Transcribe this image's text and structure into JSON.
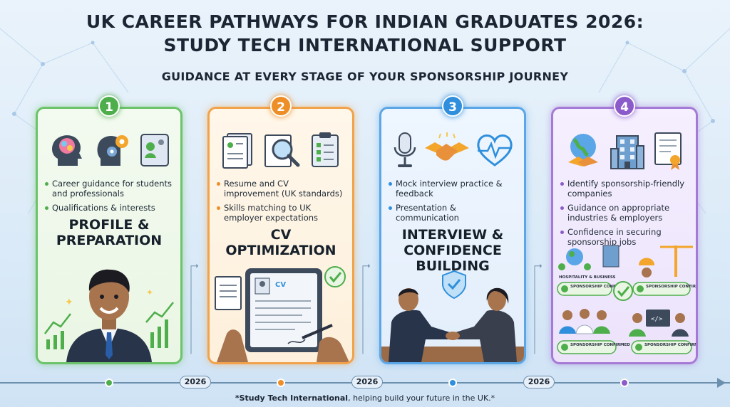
{
  "title": {
    "line1": "UK CAREER PATHWAYS FOR INDIAN GRADUATES 2026:",
    "line2": "STUDY TECH INTERNATIONAL SUPPORT"
  },
  "subtitle": "GUIDANCE AT EVERY STAGE OF YOUR SPONSORSHIP JOURNEY",
  "steps": [
    {
      "number": "1",
      "color": "#4fae4c",
      "points": [
        "Career guidance for students and professionals",
        "Qualifications & interests"
      ],
      "heading_line1": "PROFILE &",
      "heading_line2": "PREPARATION",
      "icons": [
        "brain-head-icon",
        "gear-head-icon",
        "profile-card-icon"
      ]
    },
    {
      "number": "2",
      "color": "#ee8e26",
      "points": [
        "Resume and CV improvement (UK standards)",
        "Skills matching to UK employer expectations"
      ],
      "heading_line1": "CV OPTIMIZATION",
      "tablet_label": "CV",
      "icons": [
        "document-icon",
        "magnifier-icon",
        "checklist-icon"
      ]
    },
    {
      "number": "3",
      "color": "#2f8fdc",
      "points": [
        "Mock interview practice & feedback",
        "Presentation & communication"
      ],
      "heading_line1": "INTERVIEW &",
      "heading_line2": "CONFIDENCE",
      "heading_line3": "BUILDING",
      "icons": [
        "microphone-icon",
        "handshake-icon",
        "heart-pulse-icon"
      ]
    },
    {
      "number": "4",
      "color": "#8b5bcc",
      "points": [
        "Identify sponsorship-friendly companies",
        "Guidance on appropriate industries & employers",
        "Confidence in securing sponsorship jobs"
      ],
      "industry_label": "HOSPITALITY & BUSINESS",
      "confirmed_label": "SPONSORSHIP CONFIRMED",
      "icons": [
        "globe-handshake-icon",
        "office-building-icon",
        "certificate-icon"
      ]
    }
  ],
  "timeline": {
    "year_label": "2026",
    "line_color": "#6d8fae"
  },
  "footer": {
    "brand": "*Study Tech International",
    "text": ", helping build your future in the UK.*"
  }
}
